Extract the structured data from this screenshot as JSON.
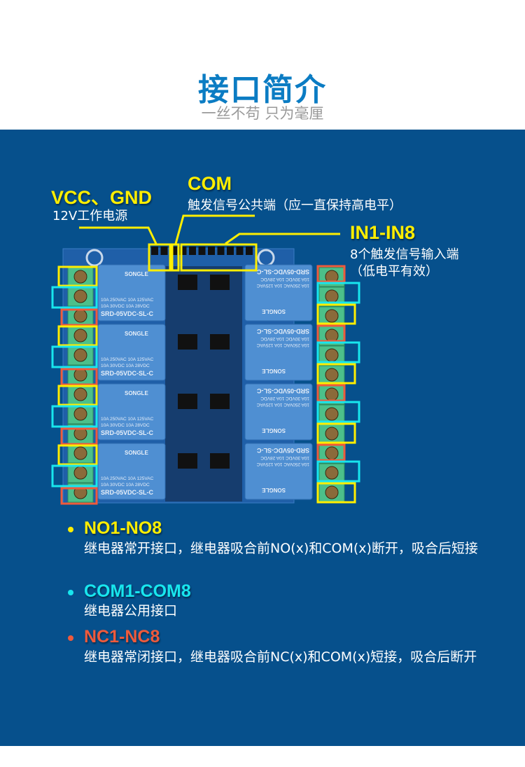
{
  "header": {
    "title": "接口简介",
    "subtitle": "一丝不苟 只为毫厘"
  },
  "callouts": {
    "power": {
      "label": "VCC、GND",
      "desc": "12V工作电源"
    },
    "com": {
      "label": "COM",
      "desc": "触发信号公共端（应一直保持高电平）"
    },
    "inputs": {
      "label": "IN1-IN8",
      "desc": "8个触发信号输入端",
      "note": "（低电平有效）"
    }
  },
  "board": {
    "relay_brand": "SONGLE",
    "relay_rating_1": "10A 250VAC 10A 125VAC",
    "relay_rating_2": "10A 30VDC 10A 28VDC",
    "relay_model": "SRD-05VDC-SL-C",
    "relay_count": 8,
    "terminal_count": 24
  },
  "legend": [
    {
      "label": "NO1-NO8",
      "desc": "继电器常开接口，继电器吸合前NO(x)和COM(x)断开，吸合后短接",
      "color": "#ffee00"
    },
    {
      "label": "COM1-COM8",
      "desc": "继电器公用接口",
      "color": "#18e6ee"
    },
    {
      "label": "NC1-NC8",
      "desc": "继电器常闭接口，继电器吸合前NC(x)和COM(x)短接，吸合后断开",
      "color": "#ee5a3c"
    }
  ],
  "colors": {
    "background": "#06508c",
    "title": "#0b7cc3",
    "no": "#ffee00",
    "com": "#18e6ee",
    "nc": "#ee5a3c"
  }
}
